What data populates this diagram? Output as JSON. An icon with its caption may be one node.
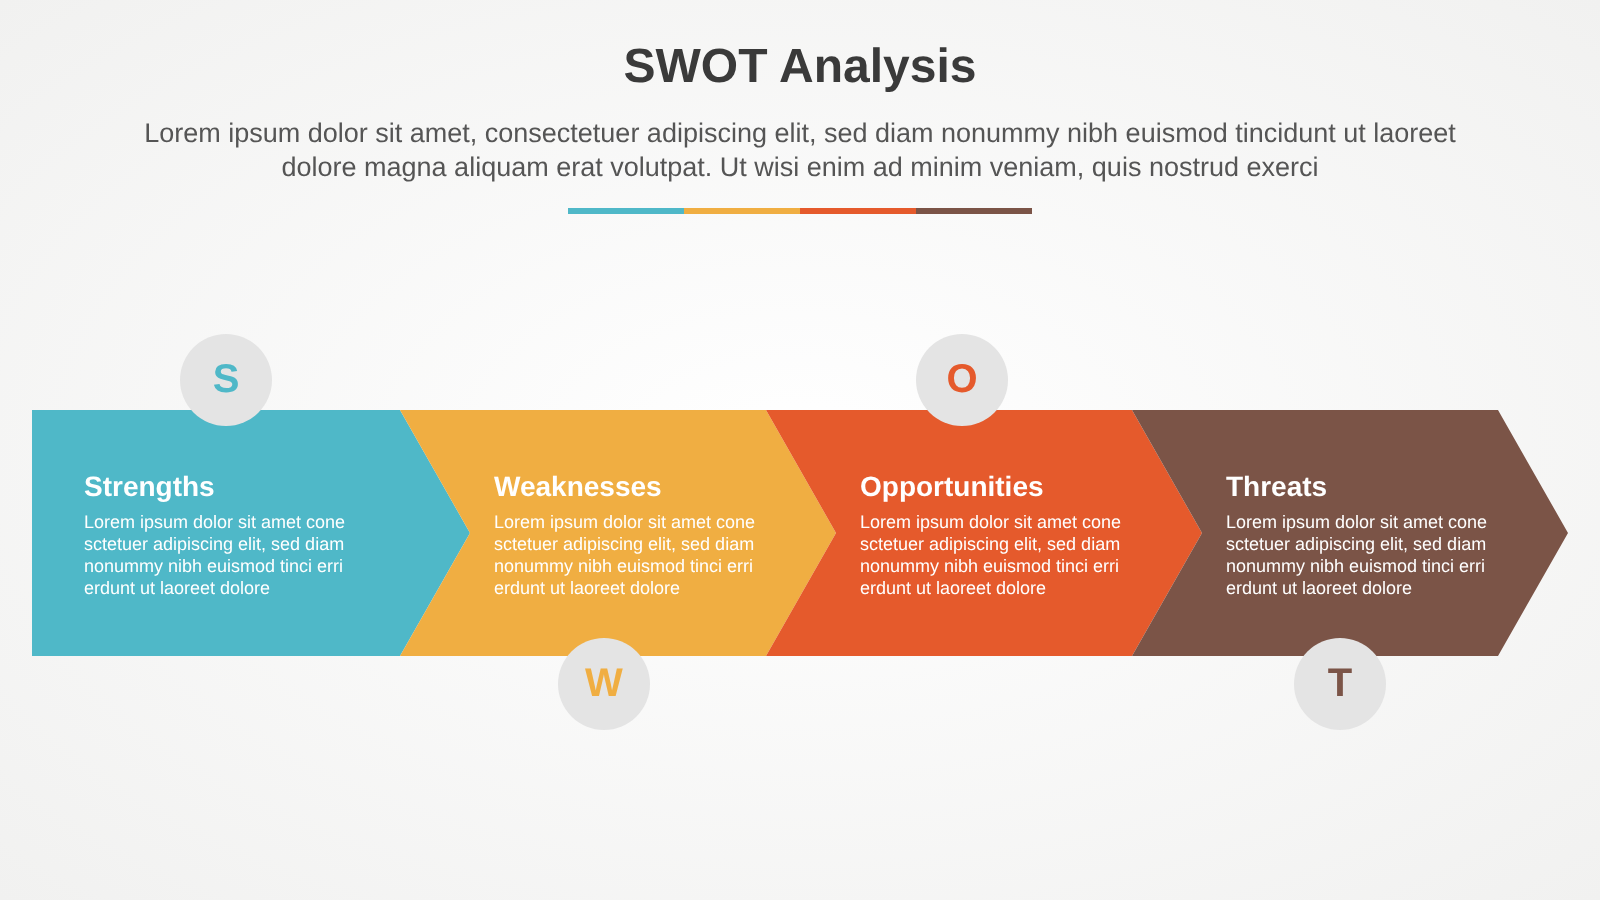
{
  "diagram": {
    "title": "SWOT Analysis",
    "nodes": [
      {
        "text": [
          "S"
        ]
      },
      {
        "text": [
          "O"
        ]
      },
      {
        "text": [
          "Strengths",
          "Lorem ipsum dolor sit amet cone sctetuer adipiscing elit, sed diam nonummy nibh euismod tinci erri erdunt ut laoreet dolore"
        ]
      },
      {
        "text": [
          "Weaknesses",
          "Lorem ipsum dolor sit amet cone sctetuer adipiscing elit, sed diam nonummy nibh euismod tinci erri erdunt ut laoreet dolore"
        ]
      },
      {
        "text": [
          "Opportunities",
          "Lorem ipsum dolor sit amet cone sctetuer adipiscing elit, sed diam nonummy nibh euismod tinci erri erdunt ut laoreet dolore"
        ]
      },
      {
        "text": [
          "Threats",
          "Lorem ipsum dolor sit amet cone sctetuer adipiscing elit, sed diam nonummy nibh euismod tinci erri erdunt ut laoreet dolore"
        ]
      },
      {
        "text": [
          "W"
        ]
      },
      {
        "text": [
          "T"
        ]
      }
    ],
    "edges": [],
    "labels": [
      "Lorem ipsum dolor sit amet, consectetuer adipiscing elit, sed diam nonummy nibh euismod tincidunt ut laoreet dolore magna aliquam erat volutpat. Ut wisi enim ad minim veniam, quis nostrud exerci"
    ]
  }
}
